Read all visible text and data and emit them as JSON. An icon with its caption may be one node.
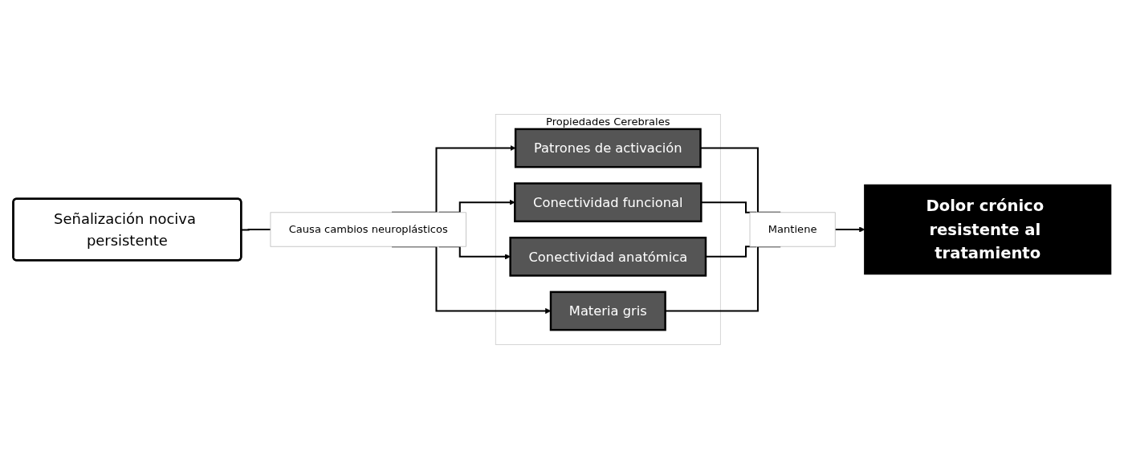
{
  "diagram": {
    "nodes": [
      {
        "text": [
          "Señalización nociva persistente"
        ]
      },
      {
        "text": [
          "Causa cambios neuroplásticos"
        ]
      },
      {
        "text": [
          "Propiedades Cerebrales"
        ]
      },
      {
        "text": [
          "Patrones de activación"
        ],
        "in": 2
      },
      {
        "text": [
          "Conectividad funcional"
        ],
        "in": 2
      },
      {
        "text": [
          "Conectividad anatómica"
        ],
        "in": 2
      },
      {
        "text": [
          "Materia gris"
        ],
        "in": 2
      },
      {
        "text": [
          "Mantiene"
        ]
      },
      {
        "text": [
          "Dolor crónico resistente al tratamiento"
        ]
      }
    ],
    "edges": [
      {
        "from": 0,
        "to": 1,
        "arrow": "none"
      },
      {
        "from": 1,
        "to": 3,
        "arrow": "to"
      },
      {
        "from": 1,
        "to": 4,
        "arrow": "to"
      },
      {
        "from": 1,
        "to": 5,
        "arrow": "to"
      },
      {
        "from": 1,
        "to": 6,
        "arrow": "to"
      },
      {
        "from": 3,
        "to": 7,
        "arrow": "none"
      },
      {
        "from": 4,
        "to": 7,
        "arrow": "none"
      },
      {
        "from": 5,
        "to": 7,
        "arrow": "none"
      },
      {
        "from": 6,
        "to": 7,
        "arrow": "none"
      },
      {
        "from": 7,
        "to": 8,
        "arrow": "to"
      }
    ]
  }
}
